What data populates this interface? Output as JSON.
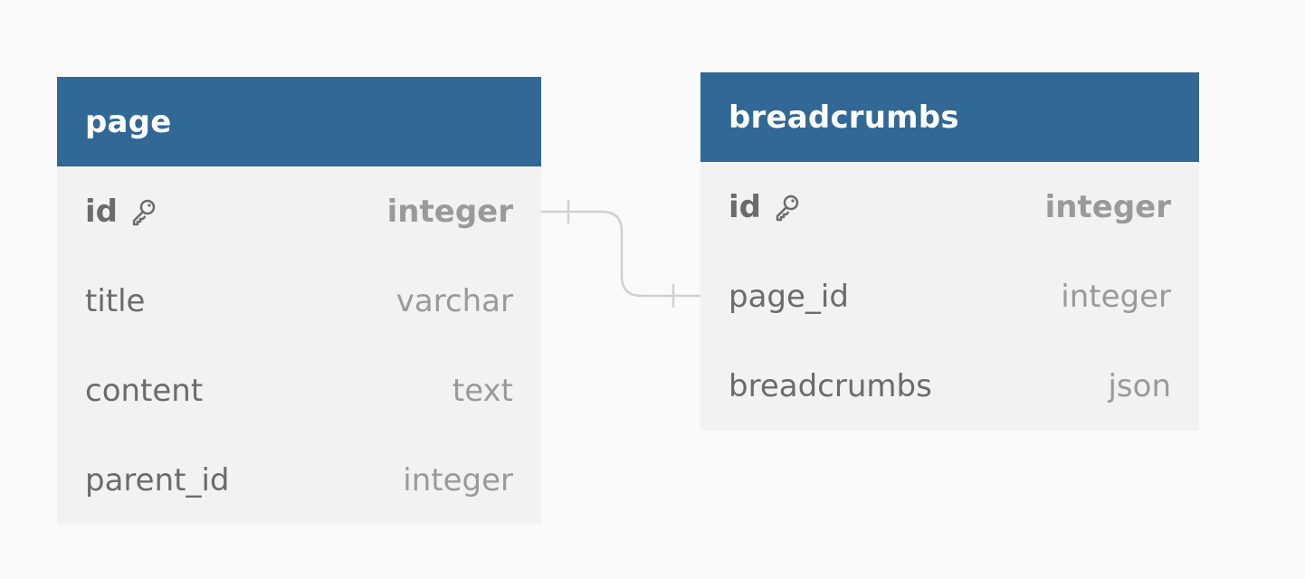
{
  "tables": {
    "page": {
      "name": "page",
      "columns": [
        {
          "name": "id",
          "type": "integer",
          "primary_key": true
        },
        {
          "name": "title",
          "type": "varchar",
          "primary_key": false
        },
        {
          "name": "content",
          "type": "text",
          "primary_key": false
        },
        {
          "name": "parent_id",
          "type": "integer",
          "primary_key": false
        }
      ]
    },
    "breadcrumbs": {
      "name": "breadcrumbs",
      "columns": [
        {
          "name": "id",
          "type": "integer",
          "primary_key": true
        },
        {
          "name": "page_id",
          "type": "integer",
          "primary_key": false
        },
        {
          "name": "breadcrumbs",
          "type": "json",
          "primary_key": false
        }
      ]
    }
  },
  "relationships": [
    {
      "from": "page.id",
      "to": "breadcrumbs.page_id",
      "cardinality": "one-to-one"
    }
  ],
  "colors": {
    "header": "#316895",
    "body": "#f2f2f2",
    "background": "#fafafa",
    "connector": "#d0d0d0"
  },
  "icons": {
    "primary_key": "key-icon"
  }
}
